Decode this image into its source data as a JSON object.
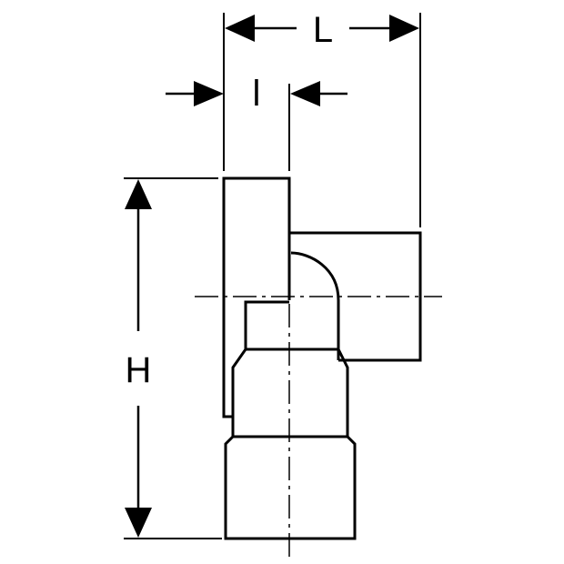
{
  "dimensions": {
    "length_label": "L",
    "insertion_label": "l",
    "height_label": "H"
  },
  "colors": {
    "line": "#000000",
    "background": "#ffffff"
  }
}
